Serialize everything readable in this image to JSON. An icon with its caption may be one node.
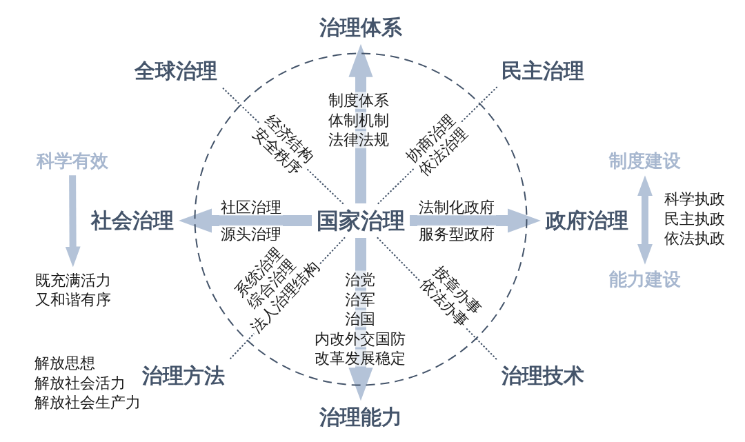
{
  "diagram": {
    "nodes": [
      {
        "text": [
          "治理体系"
        ]
      },
      {
        "text": [],
        "shape": "circle"
      },
      {
        "text": [
          "全球治理"
        ]
      },
      {
        "text": [
          "民主治理"
        ]
      },
      {
        "text": [
          "科学有效"
        ]
      },
      {
        "text": [
          "制度建设"
        ]
      },
      {
        "text": [
          "社会治理"
        ]
      },
      {
        "text": [
          "国家治理"
        ],
        "in": 1
      },
      {
        "text": [
          "政府治理"
        ]
      },
      {
        "text": [
          "既充满活力又和谐有序"
        ]
      },
      {
        "text": [
          "能力建设"
        ]
      },
      {
        "text": [
          "治理方法"
        ]
      },
      {
        "text": [
          "治理技术"
        ]
      },
      {
        "text": [
          "治理能力"
        ]
      }
    ],
    "edges": [
      {
        "from": 7,
        "to": 0,
        "arrow": "to",
        "label": "制度体系体制机制法律法规"
      },
      {
        "from": 7,
        "to": 2,
        "arrow": "none",
        "label": "经济结构安全秩序",
        "style": "dashed",
        "color": "#44546a"
      },
      {
        "from": 7,
        "to": 3,
        "arrow": "none",
        "label": "协商治理依法治理",
        "style": "dashed",
        "color": "#44546a"
      },
      {
        "from": 4,
        "to": 9,
        "arrow": "to"
      },
      {
        "from": 5,
        "to": 10,
        "arrow": "both"
      },
      {
        "from": 7,
        "to": 6,
        "arrow": "to",
        "label": "社区治理源头治理"
      },
      {
        "from": 7,
        "to": 8,
        "arrow": "to",
        "label": "法制化政府服务型政府"
      },
      {
        "from": 7,
        "to": 11,
        "arrow": "none",
        "label": "系统治理综合治理法人治理结构",
        "style": "dashed",
        "color": "#44546a"
      },
      {
        "from": 7,
        "to": 12,
        "arrow": "none",
        "label": "按章办事依法办事",
        "style": "dashed",
        "color": "#44546a"
      },
      {
        "from": 7,
        "to": 13,
        "arrow": "to",
        "label": "治党治军治国内改外交国防改革发展稳定"
      }
    ],
    "labels": [
      "科学执政民主执政依法执政",
      "解放思想解放社会活力解放社会生产力"
    ]
  }
}
